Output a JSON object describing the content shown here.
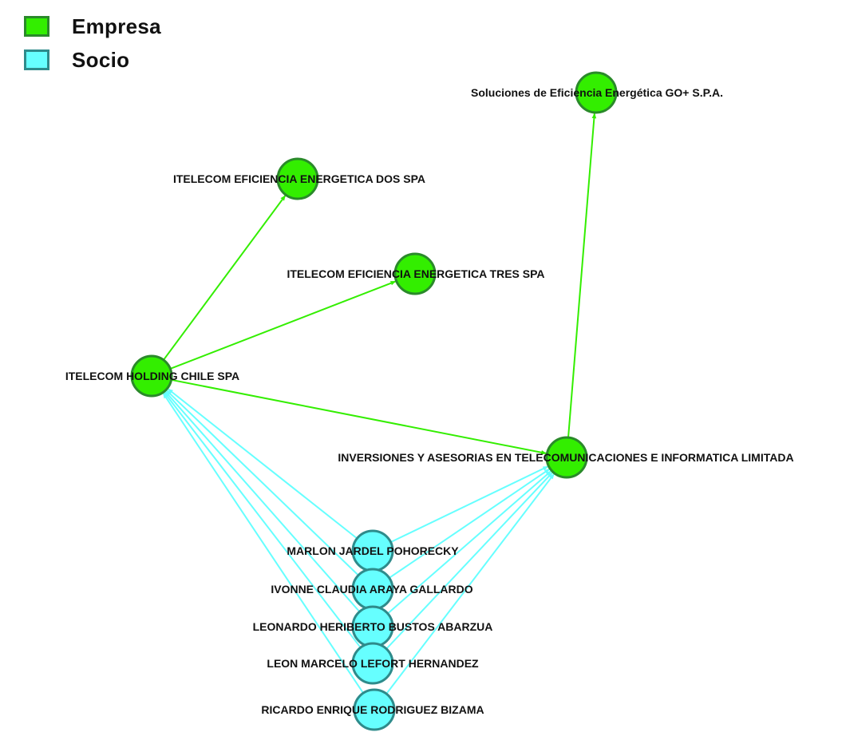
{
  "legend": {
    "items": [
      {
        "label": "Empresa",
        "fill": "#33ee00",
        "stroke": "#2a8a2a"
      },
      {
        "label": "Socio",
        "fill": "#66ffff",
        "stroke": "#2e8b8b"
      }
    ]
  },
  "colors": {
    "empresa_fill": "#33ee00",
    "empresa_stroke": "#2a8a2a",
    "socio_fill": "#66ffff",
    "socio_stroke": "#2e8b8b",
    "empresa_edge": "#33ee00",
    "socio_edge": "#66ffff"
  },
  "nodes": [
    {
      "id": "soluciones",
      "label": "Soluciones de Eficiencia Energética GO+ S.P.A.",
      "type": "Empresa"
    },
    {
      "id": "dos",
      "label": "ITELECOM EFICIENCIA ENERGETICA DOS SPA",
      "type": "Empresa"
    },
    {
      "id": "tres",
      "label": "ITELECOM EFICIENCIA ENERGETICA TRES SPA",
      "type": "Empresa"
    },
    {
      "id": "holding",
      "label": "ITELECOM HOLDING CHILE SPA",
      "type": "Empresa"
    },
    {
      "id": "inversiones",
      "label": "INVERSIONES Y ASESORIAS EN TELECOMUNICACIONES E INFORMATICA LIMITADA",
      "type": "Empresa"
    },
    {
      "id": "marlon",
      "label": "MARLON JARDEL POHORECKY",
      "type": "Socio"
    },
    {
      "id": "ivonne",
      "label": "IVONNE CLAUDIA ARAYA GALLARDO",
      "type": "Socio"
    },
    {
      "id": "leonardo",
      "label": "LEONARDO HERIBERTO BUSTOS ABARZUA",
      "type": "Socio"
    },
    {
      "id": "leon",
      "label": "LEON MARCELO LEFORT HERNANDEZ",
      "type": "Socio"
    },
    {
      "id": "ricardo",
      "label": "RICARDO ENRIQUE RODRIGUEZ BIZAMA",
      "type": "Socio"
    }
  ],
  "edges": [
    {
      "from": "holding",
      "to": "dos"
    },
    {
      "from": "holding",
      "to": "tres"
    },
    {
      "from": "holding",
      "to": "inversiones"
    },
    {
      "from": "inversiones",
      "to": "soluciones"
    },
    {
      "from": "marlon",
      "to": "holding"
    },
    {
      "from": "ivonne",
      "to": "holding"
    },
    {
      "from": "leonardo",
      "to": "holding"
    },
    {
      "from": "leon",
      "to": "holding"
    },
    {
      "from": "ricardo",
      "to": "holding"
    },
    {
      "from": "marlon",
      "to": "inversiones"
    },
    {
      "from": "ivonne",
      "to": "inversiones"
    },
    {
      "from": "leonardo",
      "to": "inversiones"
    },
    {
      "from": "leon",
      "to": "inversiones"
    },
    {
      "from": "ricardo",
      "to": "inversiones"
    }
  ]
}
